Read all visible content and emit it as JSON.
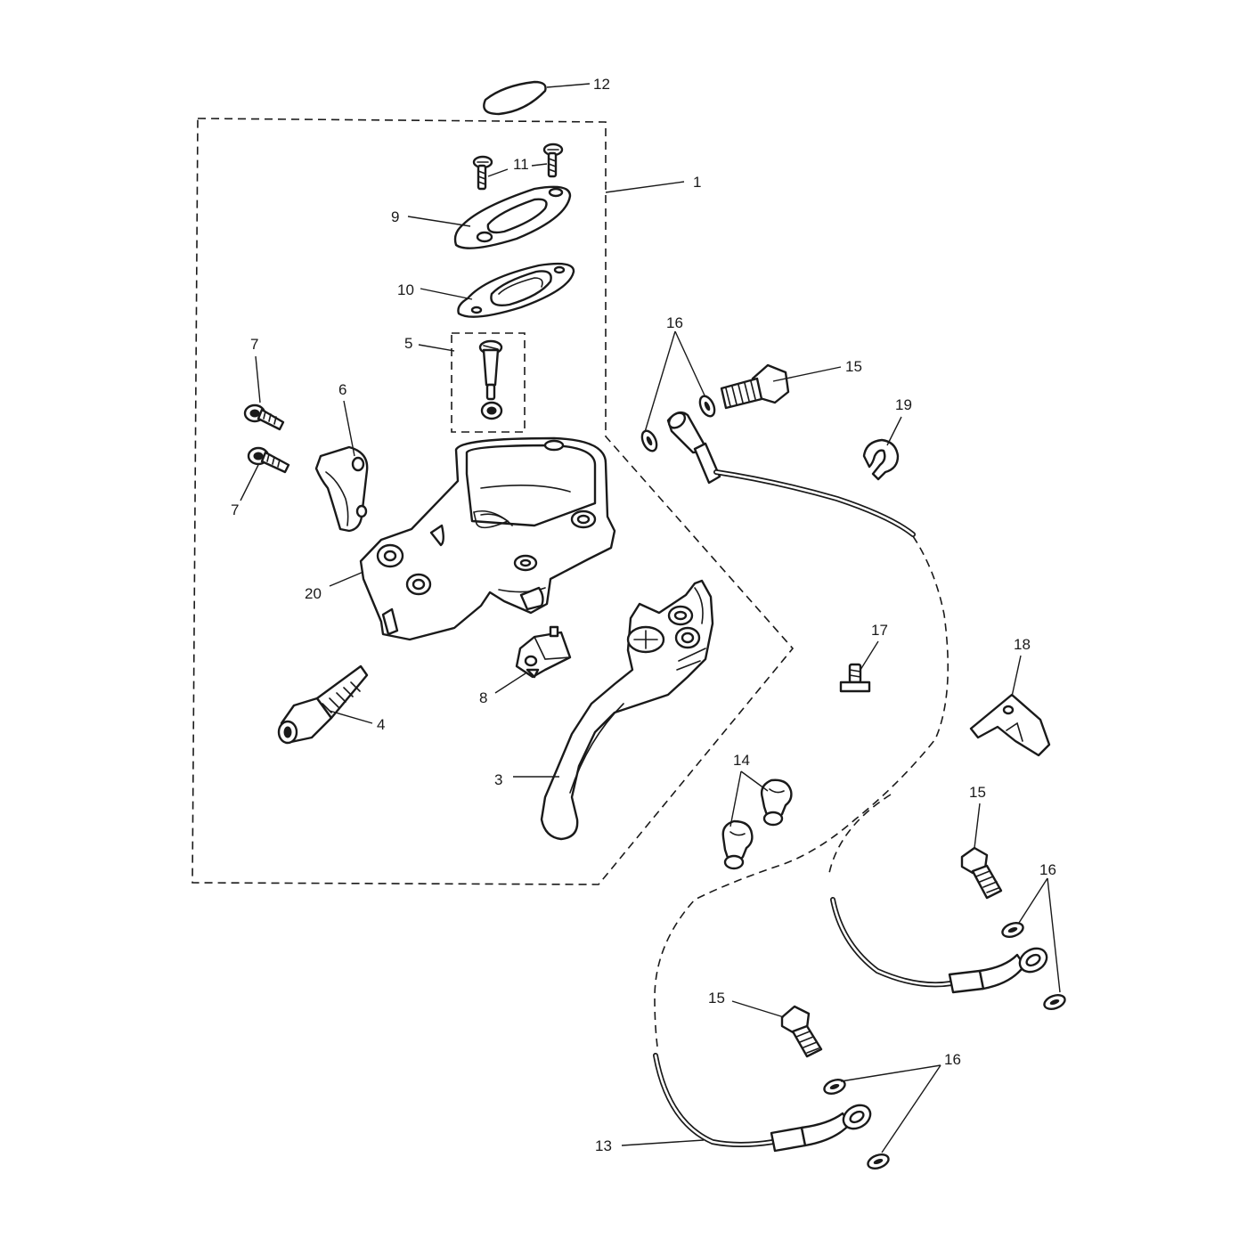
{
  "callouts": [
    {
      "id": "c1",
      "label": "1"
    },
    {
      "id": "c3",
      "label": "3"
    },
    {
      "id": "c4",
      "label": "4"
    },
    {
      "id": "c5",
      "label": "5"
    },
    {
      "id": "c6",
      "label": "6"
    },
    {
      "id": "c7a",
      "label": "7"
    },
    {
      "id": "c7b",
      "label": "7"
    },
    {
      "id": "c8",
      "label": "8"
    },
    {
      "id": "c9",
      "label": "9"
    },
    {
      "id": "c10",
      "label": "10"
    },
    {
      "id": "c11",
      "label": "11"
    },
    {
      "id": "c12",
      "label": "12"
    },
    {
      "id": "c13",
      "label": "13"
    },
    {
      "id": "c14",
      "label": "14"
    },
    {
      "id": "c15a",
      "label": "15"
    },
    {
      "id": "c15b",
      "label": "15"
    },
    {
      "id": "c15c",
      "label": "15"
    },
    {
      "id": "c16a",
      "label": "16"
    },
    {
      "id": "c16b",
      "label": "16"
    },
    {
      "id": "c16c",
      "label": "16"
    },
    {
      "id": "c17",
      "label": "17"
    },
    {
      "id": "c18",
      "label": "18"
    },
    {
      "id": "c19",
      "label": "19"
    },
    {
      "id": "c20",
      "label": "20"
    }
  ]
}
